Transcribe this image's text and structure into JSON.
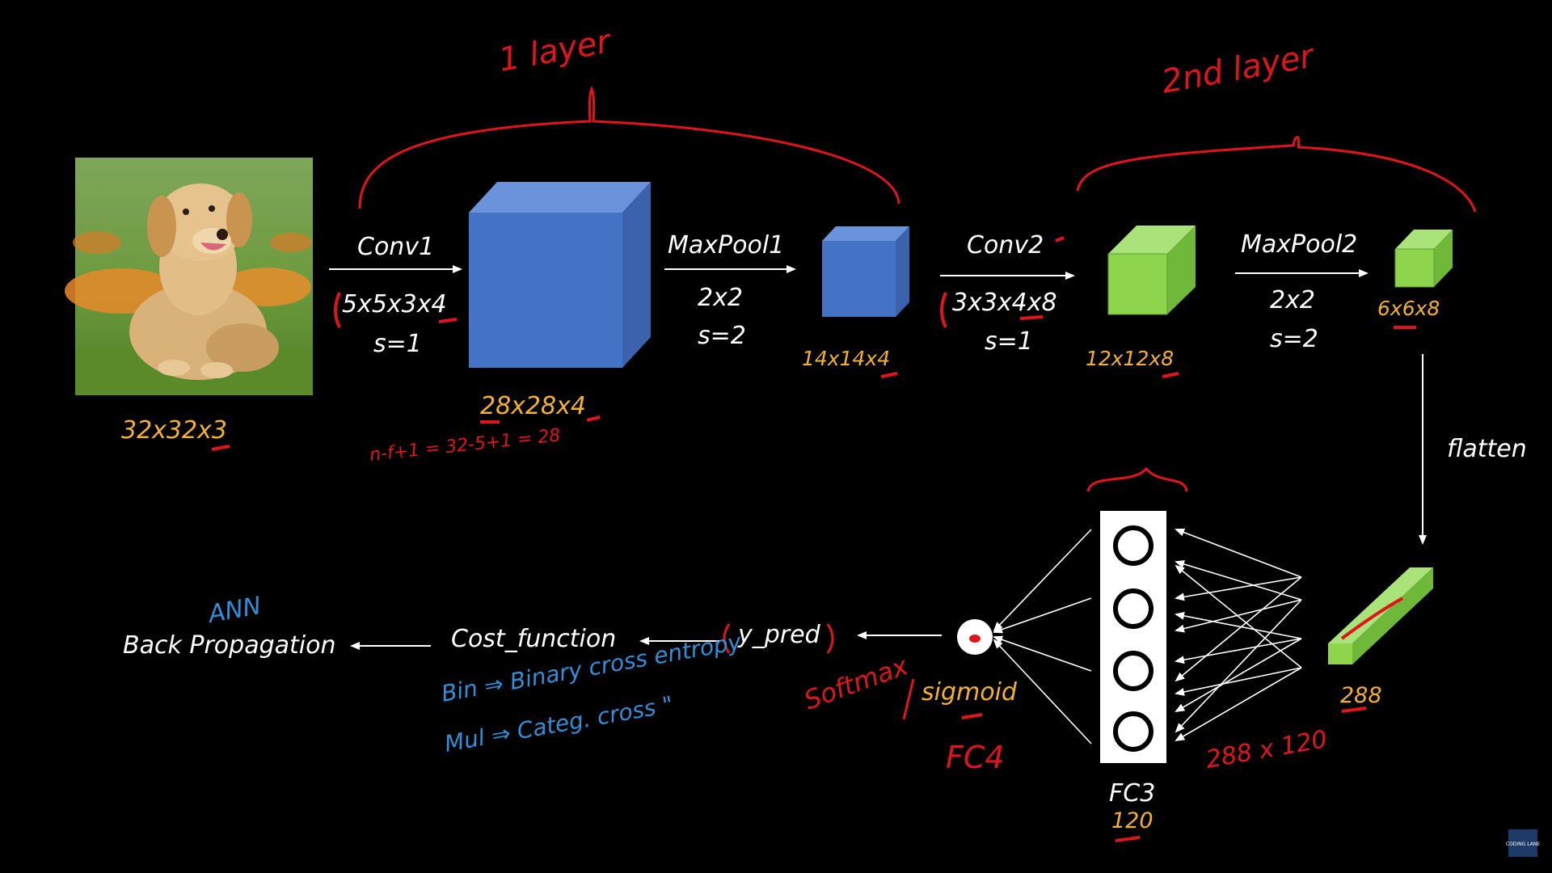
{
  "colors": {
    "background": "#000000",
    "text": "#ffffff",
    "dimension": "#f3b12e",
    "annotation_red": "#e0141b",
    "annotation_blue": "#2f8fd8",
    "cube_blue": "#4472c4",
    "cube_green": "#8ed44d"
  },
  "input": {
    "dims": "32x32x3",
    "image": "puppy-photo"
  },
  "conv1": {
    "title": "Conv1",
    "params": "5x5x3x4",
    "stride": "s=1",
    "output": "28x28x4"
  },
  "pool1": {
    "title": "MaxPool1",
    "params": "2x2",
    "stride": "s=2",
    "output": "14x14x4"
  },
  "conv2": {
    "title": "Conv2",
    "params": "3x3x4x8",
    "stride": "s=1",
    "output": "12x12x8"
  },
  "pool2": {
    "title": "MaxPool2",
    "params": "2x2",
    "stride": "s=2",
    "output": "6x6x8"
  },
  "flatten": {
    "label": "flatten",
    "output": "288"
  },
  "fc3": {
    "name": "FC3",
    "size": "120",
    "neuron_count": 4
  },
  "output_layer": {
    "activation": "sigmoid"
  },
  "pred": {
    "label": "y_pred"
  },
  "cost": {
    "label": "Cost_function"
  },
  "backprop": {
    "label": "Back Propagation"
  },
  "annotations": {
    "layer1": "1 layer",
    "layer2": "2nd layer",
    "formula": "n-f+1 = 32-5+1 = 28",
    "softmax": "Softmax",
    "fc4": "FC4",
    "weights": "288 x 120",
    "ann": "ANN",
    "binary": "Bin ⇒ Binary cross entropy",
    "multi": "Mul ⇒ Categ. cross \""
  },
  "badge": "CODING LANE"
}
